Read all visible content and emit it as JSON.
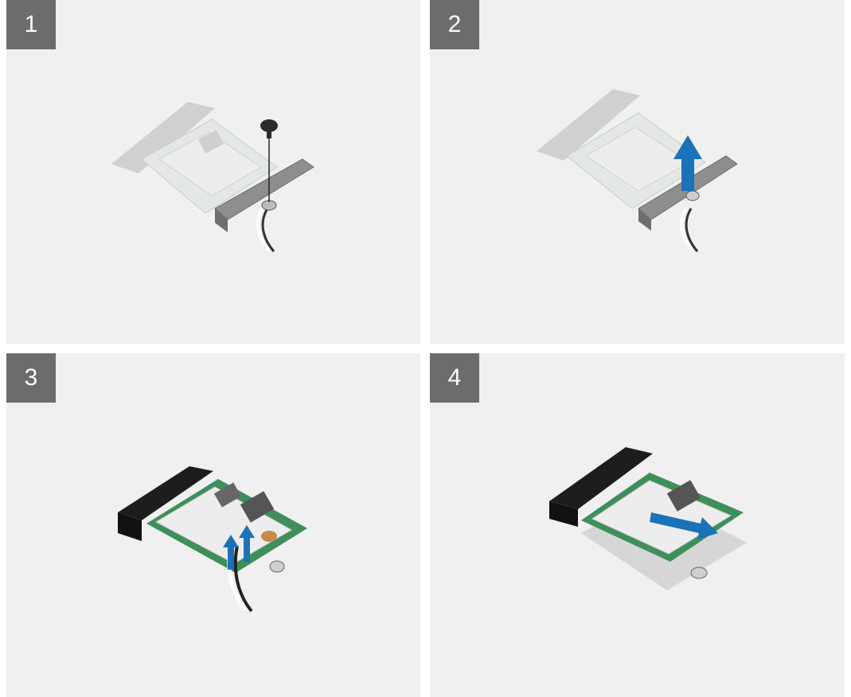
{
  "steps": [
    {
      "number": "1",
      "action": "remove-screw"
    },
    {
      "number": "2",
      "action": "lift-bracket"
    },
    {
      "number": "3",
      "action": "disconnect-antenna-cables"
    },
    {
      "number": "4",
      "action": "slide-out-wlan-card"
    }
  ],
  "colors": {
    "panel_bg": "#f0f0f0",
    "badge_bg": "#6c6c6c",
    "arrow": "#1a73b8",
    "card_green": "#3f8f5a",
    "bracket_gray": "#8e8e8e",
    "connector_black": "#1d1d1d"
  }
}
